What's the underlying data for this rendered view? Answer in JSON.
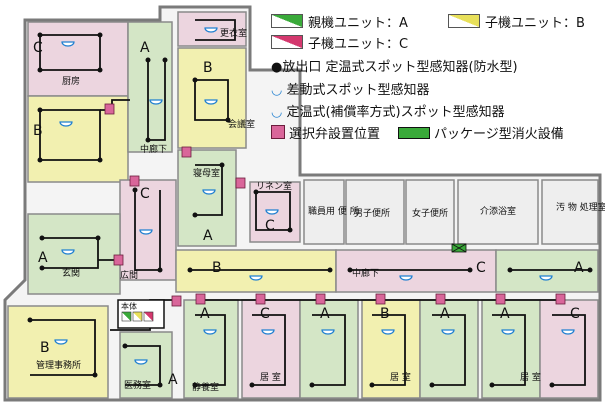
{
  "legend": {
    "parent_unit": "親機ユニット：A",
    "child_unit_b": "子機ユニット：B",
    "child_unit_c": "子機ユニット：C",
    "outlet_and_fixed_temp": "●放出口 定温式スポット型感知器(防水型)",
    "rate_of_rise": "差動式スポット型感知器",
    "fixed_temp_comp": "定温式(補償率方式)スポット型感知器",
    "selector_valve": "選択弁設置位置",
    "package_system": "パッケージ型消火設備"
  },
  "rooms": {
    "kitchen": "厨房",
    "corridor_n": "中廊下",
    "dining": "寝母室",
    "meeting": "会議室",
    "room_upper": "更衣室",
    "linen": "リネン室",
    "staff_toilet": "職員用\n便 所",
    "mens_toilet": "男子便所",
    "womens_toilet": "女子便所",
    "care_bath": "介添浴室",
    "soiled": "汚 物\n処理室",
    "entrance": "玄関",
    "hall": "広間",
    "corridor_s": "中廊下",
    "office": "管理事務所",
    "medical": "医務室",
    "rest": "静養室",
    "living": "居 室",
    "main_unit": "本体",
    "unit_letters": [
      "A",
      "B",
      "C"
    ]
  },
  "colors": {
    "parent_green": "#d4e6c6",
    "child_yellow": "#f2f0b0",
    "child_pink": "#ecd5df",
    "valve_pink": "#d9669a",
    "line": "#111111",
    "wall": "#7a7a7a"
  },
  "icons": [
    "outlet-dot-icon",
    "fixed-temp-detector-icon",
    "rate-of-rise-detector-icon",
    "compensated-detector-icon",
    "selector-valve-icon",
    "package-system-icon"
  ]
}
